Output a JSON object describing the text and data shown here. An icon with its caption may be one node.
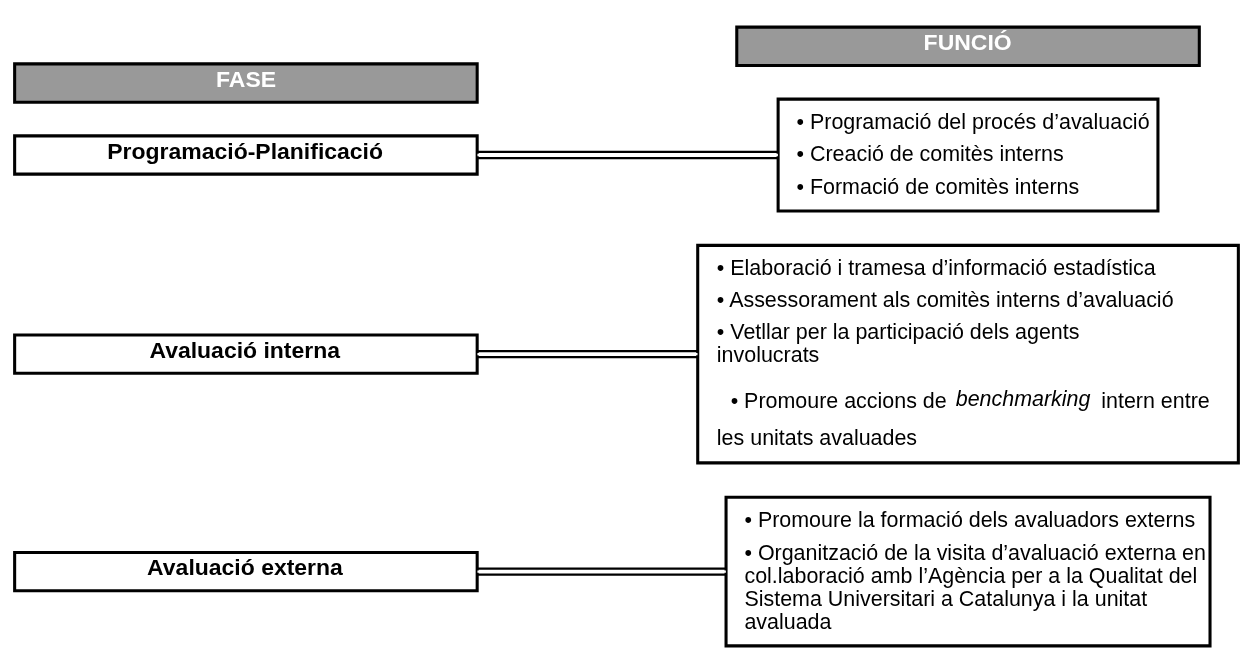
{
  "diagram": {
    "nodes": [
      {
        "text": [
          "FASE"
        ]
      },
      {
        "text": [
          "FUNCIÓ"
        ]
      },
      {
        "text": [
          "Programació-Planificació"
        ]
      },
      {
        "text": [
          "• Programació del procés d’avaluació",
          "• Creació de comitès interns",
          "• Formació de comitès interns"
        ]
      },
      {
        "text": [
          "Avaluació interna"
        ]
      },
      {
        "text": [
          "• Elaboració i tramesa d’informació estadística",
          "• Assessorament als comitès interns d’avaluació",
          "• Vetllar per la participació dels agents involucrats",
          "• Promoure accions de *benchmarking* intern entre les unitats avaluades"
        ]
      },
      {
        "text": [
          "Avaluació externa"
        ]
      },
      {
        "text": [
          "• Promoure la formació dels avaluadors externs",
          "• Organització de la visita d’avaluació externa en col.laboració amb l’Agència per a la Qualitat del Sistema Universitari a Catalunya i la unitat avaluada"
        ]
      }
    ],
    "edges": [
      {
        "from": 2,
        "to": 3,
        "arrow": "none"
      },
      {
        "from": 4,
        "to": 5,
        "arrow": "none"
      },
      {
        "from": 6,
        "to": 7,
        "arrow": "none"
      }
    ]
  }
}
